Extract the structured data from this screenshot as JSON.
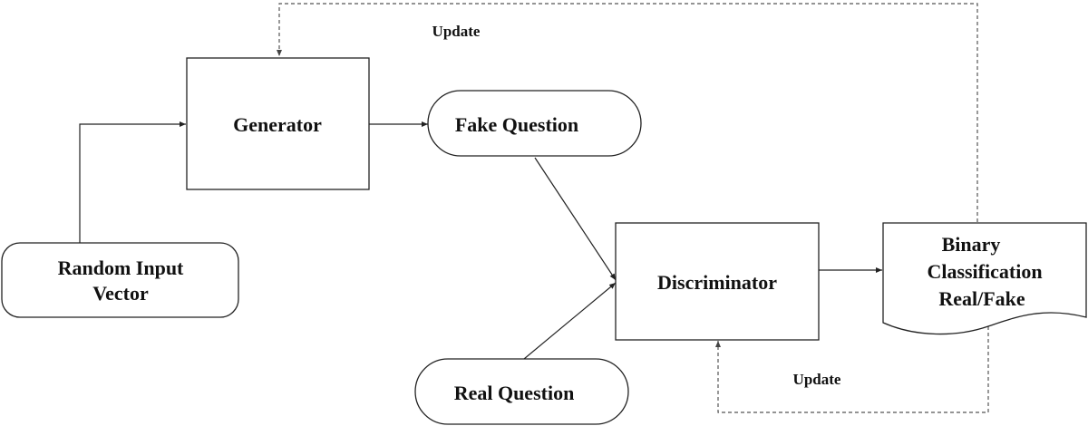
{
  "nodes": {
    "generator": {
      "label": "Generator"
    },
    "fake_question": {
      "label": "Fake Question"
    },
    "random_input": {
      "line1": "Random Input",
      "line2": "Vector"
    },
    "discriminator": {
      "label": "Discriminator"
    },
    "binary_classification": {
      "line1": "Binary",
      "line2": "Classification",
      "line3": "Real/Fake"
    },
    "real_question": {
      "label": "Real Question"
    }
  },
  "edge_labels": {
    "update_top": "Update",
    "update_bottom": "Update"
  },
  "colors": {
    "stroke": "#222222",
    "dashed": "#555555",
    "background": "#ffffff"
  }
}
